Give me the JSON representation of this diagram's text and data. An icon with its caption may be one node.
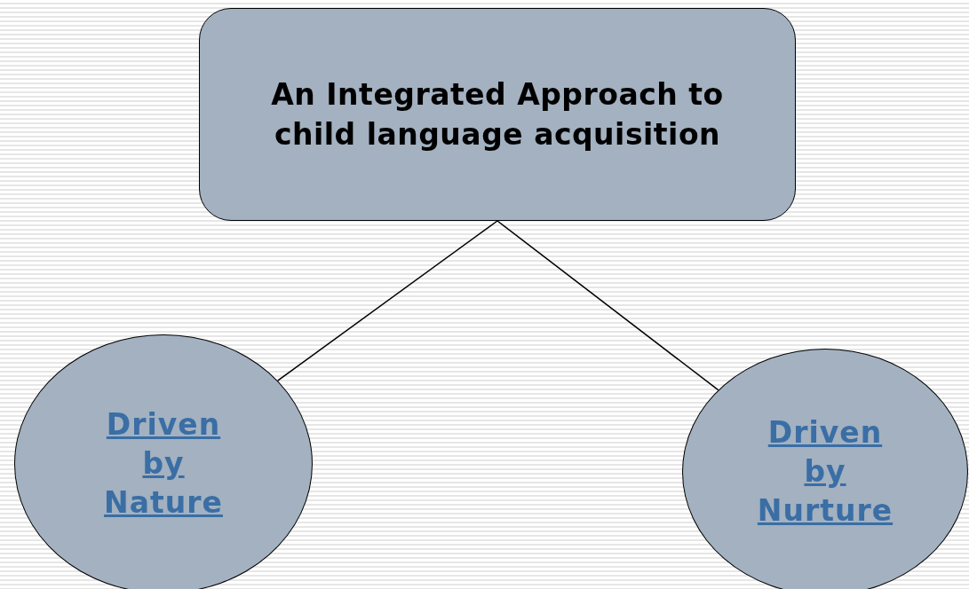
{
  "diagram": {
    "nodes": [
      {
        "text": [
          "An Integrated Approach to child language acquisition"
        ]
      },
      {
        "text": [
          "Driven by Nature"
        ]
      },
      {
        "text": [
          "Driven by Nurture"
        ]
      }
    ],
    "edges": [
      {
        "from": 0,
        "to": 1,
        "arrow": "none"
      },
      {
        "from": 0,
        "to": 2,
        "arrow": "none"
      }
    ]
  }
}
